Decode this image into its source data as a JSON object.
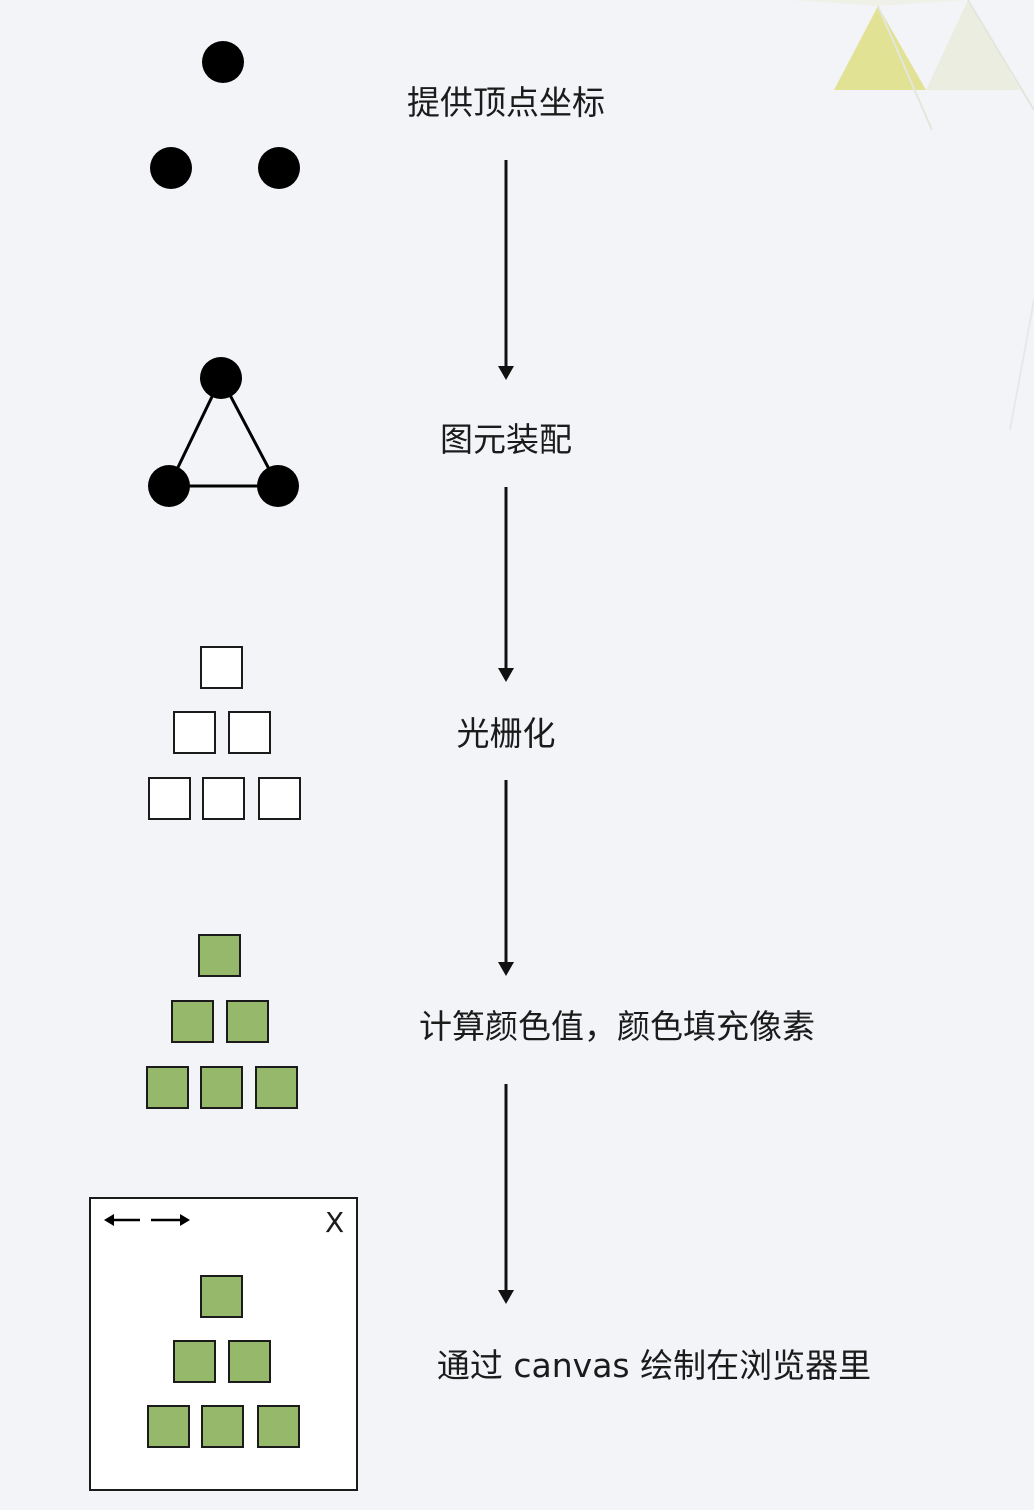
{
  "steps": [
    {
      "label": "提供顶点坐标"
    },
    {
      "label": "图元装配"
    },
    {
      "label": "光栅化"
    },
    {
      "label": "计算颜色值，颜色填充像素"
    },
    {
      "label": "通过 canvas 绘制在浏览器里"
    }
  ],
  "browser": {
    "close_label": "X"
  },
  "colors": {
    "background": "#f3f4f8",
    "pixel_fill": "#96b86a",
    "decor_yellow": "#dfe08d"
  }
}
